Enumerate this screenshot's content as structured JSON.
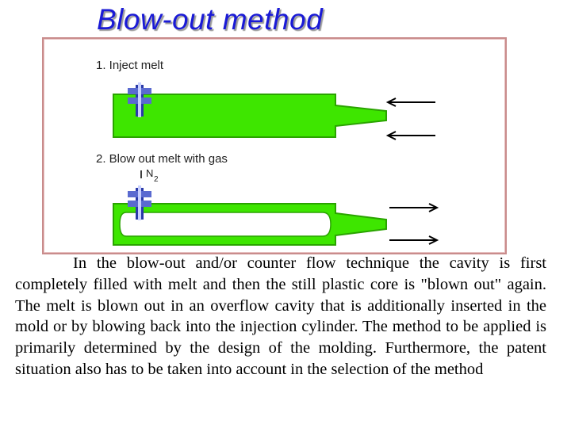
{
  "title": "Blow-out method",
  "diagram": {
    "step1_label": "1. Inject melt",
    "step2_label": "2. Blow out melt with gas",
    "gas_label": "N",
    "gas_subscript": "2",
    "colors": {
      "melt_fill": "#3ee600",
      "melt_edge": "#2aa300",
      "nozzle": "#2a3aa8",
      "gas_bubble": "#ffffff",
      "frame_border": "#c98c8c",
      "arrow": "#000000"
    },
    "arrow_direction_step1": "left",
    "arrow_direction_step2": "right"
  },
  "description": "In the blow-out and/or counter flow technique the cavity is first completely filled with melt and then the still plastic core is \"blown out\" again. The melt is blown out in an overflow cavity that is additionally inserted in the mold or by blowing back into the injection cylinder. The method to be applied is primarily determined by the design of the molding. Furthermore, the patent situation also has to be taken into account in the selection of the method"
}
